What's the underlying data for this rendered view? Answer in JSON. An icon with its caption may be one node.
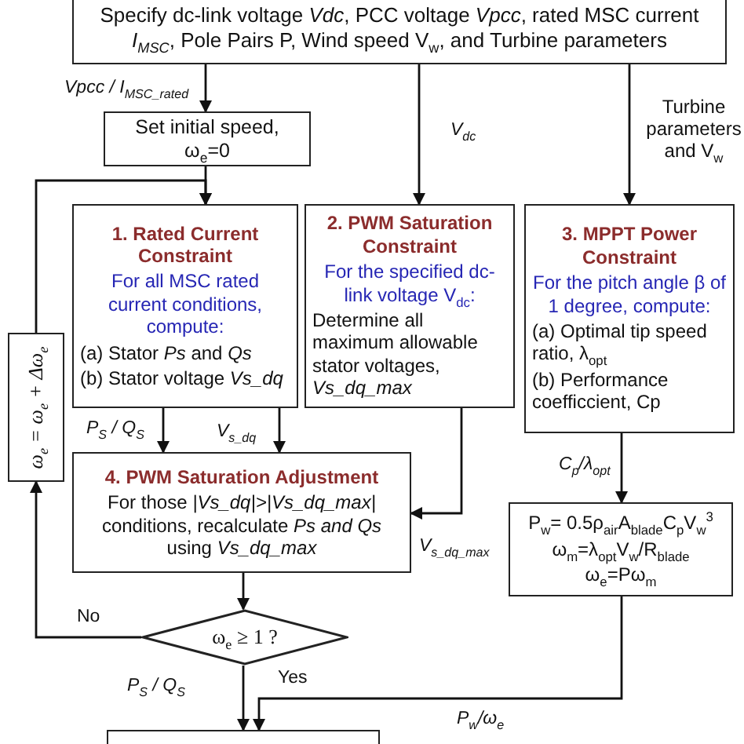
{
  "diagram": {
    "nodes": [
      {
        "text": [
          "Specify dc-link voltage *Vdc*, PCC voltage *Vpcc*, rated MSC current *I$_{MSC}$*, Pole Pairs P, Wind speed V$_{w}$, and Turbine parameters"
        ]
      },
      {
        "text": [
          "Set initial speed, ω$_{e}$=0"
        ]
      },
      {
        "text": [
          "1. Rated Current Constraint",
          "For all MSC rated current conditions, compute:",
          "(a) Stator *Ps* and *Qs*",
          "(b) Stator voltage *Vs_dq*"
        ]
      },
      {
        "text": [
          "2. PWM Saturation Constraint",
          "For the specified dc-link voltage V$_{dc}$:",
          "Determine all maximum allowable stator voltages, *Vs_dq_max*"
        ]
      },
      {
        "text": [
          "3. MPPT Power Constraint",
          "For the pitch angle β of 1 degree, compute:",
          "(a) Optimal tip speed ratio, λ$_{opt}$",
          "(b) Performance coefficcient, Cp"
        ]
      },
      {
        "text": [
          "ω$_{e}$ = ω$_{e}$ + Δω$_{e}$"
        ]
      },
      {
        "text": [
          "4. PWM Saturation Adjustment",
          "For those *|Vs_dq|>|Vs_dq_max|* conditions, recalculate *Ps and Qs* using *Vs_dq_max*"
        ]
      },
      {
        "text": [
          "P$_{w}$= 0.5ρ$_{air}$A$_{blade}$C$_{p}$V$_{w}$$^{3}$",
          "ω$_{m}$=λ$_{opt}$V$_{w}$/R$_{blade}$",
          "ω$_{e}$=Pω$_{m}$"
        ]
      },
      {
        "text": [
          "ω$_{e}$ ≥ 1 ?"
        ]
      },
      {
        "text": [],
        "shape": "box"
      }
    ],
    "edges": [
      {
        "from": 0,
        "to": 1,
        "arrow": "to",
        "label": "Vpcc / I$_{MSC_rated}$"
      },
      {
        "from": 1,
        "to": 2,
        "arrow": "to"
      },
      {
        "from": 0,
        "to": 3,
        "arrow": "to",
        "label": "V$_{dc}$"
      },
      {
        "from": 0,
        "to": 4,
        "arrow": "to",
        "label": "Turbine parameters and V$_{w}$"
      },
      {
        "from": 2,
        "to": 6,
        "arrow": "to",
        "label": "P$_{S}$ / Q$_{S}$"
      },
      {
        "from": 2,
        "to": 6,
        "arrow": "to",
        "label": "V$_{s_dq}$"
      },
      {
        "from": 3,
        "to": 6,
        "arrow": "to",
        "label": "V$_{s_dq_max}$"
      },
      {
        "from": 4,
        "to": 7,
        "arrow": "to",
        "label": "C$_{p}$/λ$_{opt}$"
      },
      {
        "from": 6,
        "to": 8,
        "arrow": "to"
      },
      {
        "from": 8,
        "to": 5,
        "arrow": "to",
        "label": "No"
      },
      {
        "from": 5,
        "to": 2,
        "arrow": "to"
      },
      {
        "from": 8,
        "to": 9,
        "arrow": "to",
        "label": "Yes"
      },
      {
        "from": 7,
        "to": 9,
        "arrow": "to",
        "label": "P$_{w}$/ω$_{e}$"
      }
    ],
    "labels": [
      "P$_{S}$ / Q$_{S}$"
    ]
  }
}
